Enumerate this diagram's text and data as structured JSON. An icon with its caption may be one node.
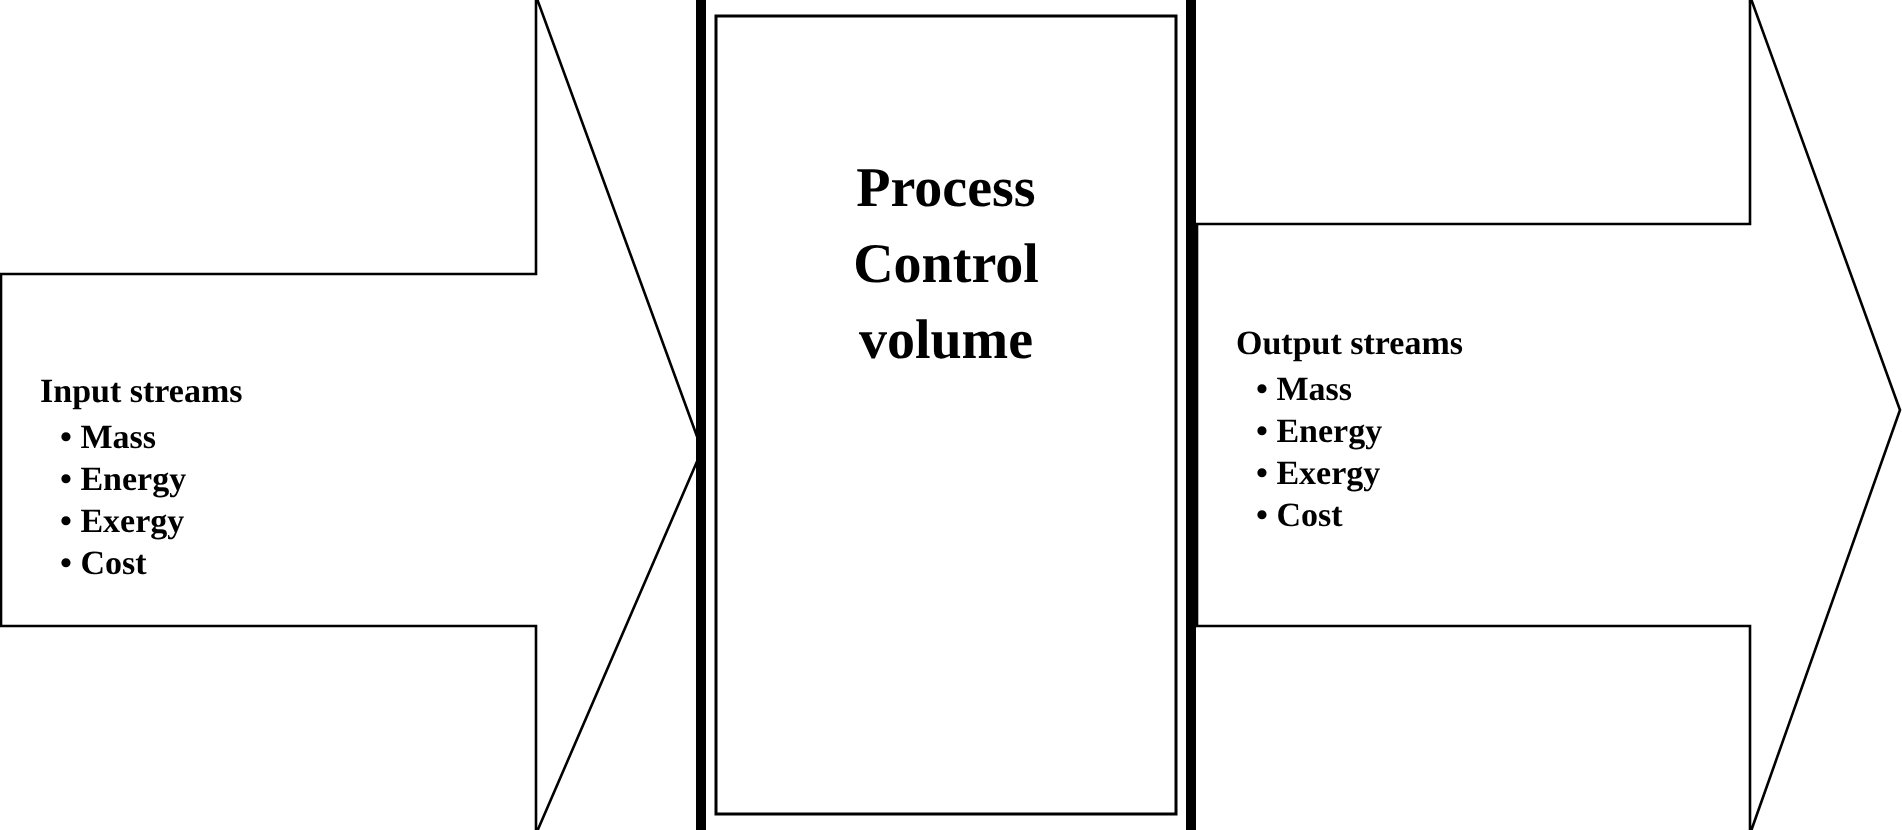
{
  "diagram": {
    "nodes": [
      {
        "text": [
          "Input streams",
          "• Mass",
          "• Energy",
          "• Exergy",
          "• Cost"
        ]
      },
      {
        "text": [
          "Process Control volume"
        ]
      },
      {
        "text": [
          "Output streams",
          "• Mass",
          "• Energy",
          "• Exergy",
          "• Cost"
        ]
      }
    ]
  }
}
